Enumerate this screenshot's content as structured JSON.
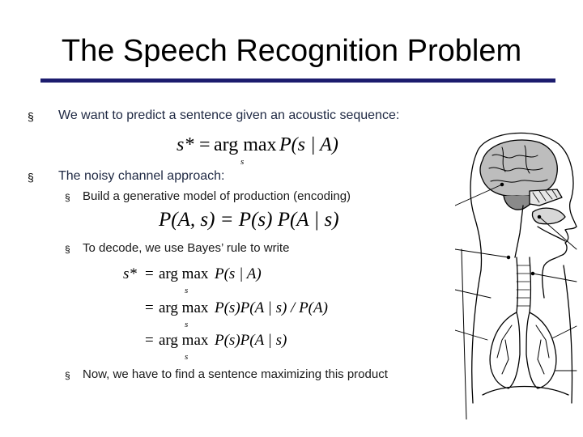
{
  "title": "The Speech Recognition Problem",
  "bullet_char": "§",
  "bullets": [
    "We want to predict a sentence given an acoustic sequence:",
    "The noisy channel approach:"
  ],
  "sub_bullets": [
    "Build a generative model of production (encoding)",
    "To decode, we use Bayes’ rule to write",
    "Now, we have to find a sentence maximizing this product"
  ],
  "equations": {
    "eq1": {
      "lhs": "s*",
      "rel": "=",
      "argmax": "arg max",
      "sub": "s",
      "rhs": "P(s | A)"
    },
    "eq2": {
      "text": "P(A, s) = P(s) P(A | s)"
    },
    "eq3": [
      {
        "lhs": "s*",
        "rel": "=",
        "argmax": "arg max",
        "sub": "s",
        "rhs": "P(s | A)"
      },
      {
        "lhs": "",
        "rel": "=",
        "argmax": "arg max",
        "sub": "s",
        "rhs": "P(s)P(A | s) / P(A)"
      },
      {
        "lhs": "",
        "rel": "=",
        "argmax": "arg max",
        "sub": "s",
        "rhs": "P(s)P(A | s)"
      }
    ]
  },
  "figure": {
    "icon": "speech-anatomy-diagram-icon"
  }
}
